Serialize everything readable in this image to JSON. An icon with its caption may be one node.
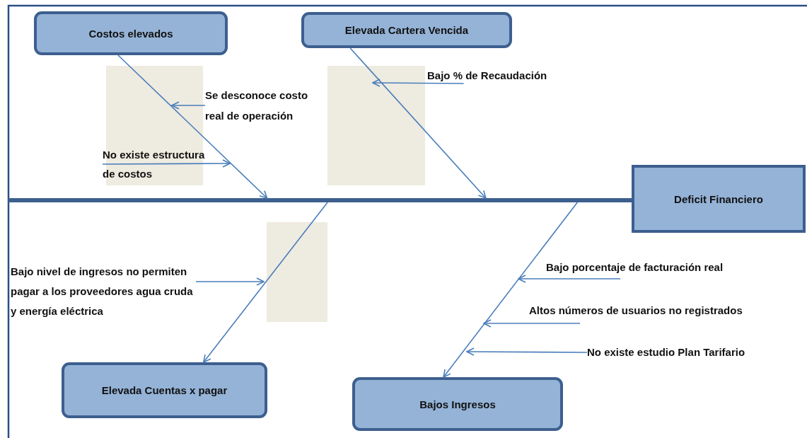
{
  "diagram": {
    "nodes": [
      {
        "text": [
          "Costos elevados"
        ]
      },
      {
        "text": [
          "Elevada Cartera Vencida"
        ]
      },
      {
        "text": [
          "Deficit Financiero"
        ]
      },
      {
        "text": [
          "Elevada Cuentas x pagar"
        ]
      },
      {
        "text": [
          "Bajos Ingresos"
        ]
      },
      {
        "text": [],
        "shape": "bar"
      },
      {
        "text": [
          "Se desconoce costo real de operación"
        ]
      },
      {
        "text": [
          "No existe estructura de costos"
        ]
      },
      {
        "text": [
          "Bajo % de Recaudación"
        ]
      },
      {
        "text": [
          "Bajo nivel de ingresos no permiten pagar a los proveedores agua cruda y energía eléctrica"
        ]
      },
      {
        "text": [
          "Bajo porcentaje de facturación real"
        ]
      },
      {
        "text": [
          "Altos números de usuarios no registrados"
        ]
      },
      {
        "text": [
          "No existe estudio Plan Tarifario"
        ]
      }
    ],
    "edges": [
      {
        "from": 0,
        "to": 5,
        "arrow": "to"
      },
      {
        "from": 1,
        "to": 5,
        "arrow": "to"
      },
      {
        "from": 5,
        "to": 3,
        "arrow": "to"
      },
      {
        "from": 5,
        "to": 4,
        "arrow": "to"
      },
      {
        "from": 6,
        "to": null,
        "arrow": "to"
      },
      {
        "from": 7,
        "to": null,
        "arrow": "to"
      },
      {
        "from": 8,
        "to": null,
        "arrow": "to"
      },
      {
        "from": 9,
        "to": null,
        "arrow": "to"
      },
      {
        "from": 10,
        "to": null,
        "arrow": "to"
      },
      {
        "from": 11,
        "to": null,
        "arrow": "to"
      },
      {
        "from": 12,
        "to": null,
        "arrow": "to"
      }
    ]
  }
}
